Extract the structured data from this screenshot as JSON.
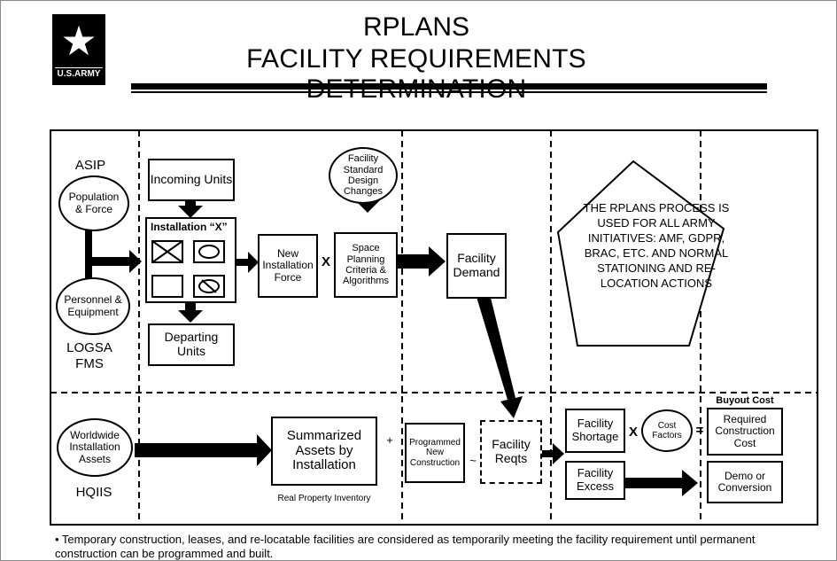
{
  "header": {
    "title_line1": "RPLANS",
    "title_line2": "FACILITY REQUIREMENTS DETERMINATION",
    "logo_text": "U.S.ARMY"
  },
  "diagram": {
    "asip": "ASIP",
    "population_force": "Population & Force",
    "personnel_equipment": "Personnel & Equipment",
    "logsa": "LOGSA",
    "fms": "FMS",
    "incoming_units": "Incoming Units",
    "installation_x": "Installation “X”",
    "departing_units": "Departing Units",
    "new_installation_force": "New Installation Force",
    "times": "X",
    "facility_standard_design": "Facility Standard Design Changes",
    "space_planning": "Space Planning Criteria & Algorithms",
    "facility_demand": "Facility Demand",
    "pentagon_text": "THE RPLANS PROCESS IS USED FOR ALL ARMY INITIATIVES: AMF, GDPR, BRAC, ETC. AND NORMAL STATIONING AND RE-LOCATION ACTIONS",
    "worldwide_assets": "Worldwide Installation Assets",
    "hqiis": "HQIIS",
    "summarized_assets": "Summarized Assets by Installation",
    "real_property_inventory": "Real Property Inventory",
    "plus": "+",
    "programmed_new_construction": "Programmed New Construction",
    "tilde": "~",
    "facility_reqts": "Facility Reqts",
    "facility_shortage": "Facility Shortage",
    "times2": "X",
    "cost_factors": "Cost Factors",
    "equals": "=",
    "buyout_cost": "Buyout Cost",
    "required_construction_cost": "Required Construction Cost",
    "facility_excess": "Facility Excess",
    "demo_conversion": "Demo or Conversion"
  },
  "footer": {
    "note": "• Temporary construction, leases, and re-locatable facilities are considered as temporarily meeting the facility requirement until permanent construction can be programmed and built."
  }
}
